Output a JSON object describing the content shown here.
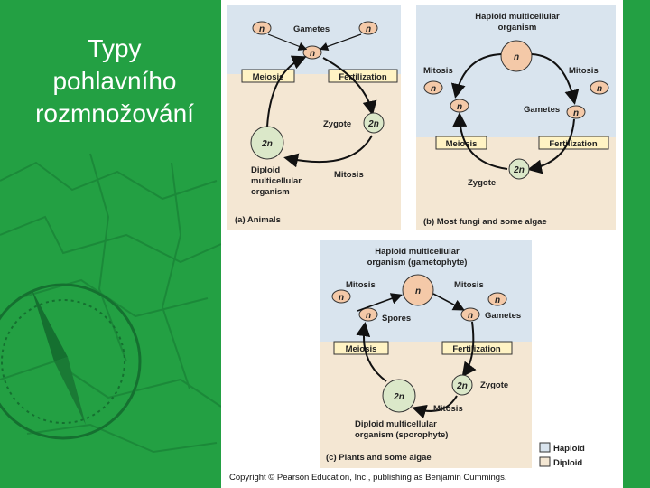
{
  "title_lines": [
    "Typy",
    "pohlavního",
    "rozmnožování"
  ],
  "colors": {
    "background": "#23a043",
    "haploid": "#d9e4ee",
    "diploid": "#f4e7d3",
    "box": "#fff3c4",
    "cell": "#f4c9a8"
  },
  "panel_a": {
    "caption": "(a) Animals",
    "gametes": "Gametes",
    "meiosis": "Meiosis",
    "fertilization": "Fertilization",
    "zygote": "Zygote",
    "mitosis": "Mitosis",
    "diploid_line1": "Diploid",
    "diploid_line2": "multicellular",
    "diploid_line3": "organism",
    "n": "n",
    "two_n": "2n"
  },
  "panel_b": {
    "caption": "(b) Most fungi and some algae",
    "haploid_line1": "Haploid multicellular",
    "haploid_line2": "organism",
    "mitosis": "Mitosis",
    "gametes": "Gametes",
    "meiosis": "Meiosis",
    "fertilization": "Fertilization",
    "zygote": "Zygote",
    "n": "n",
    "two_n": "2n"
  },
  "panel_c": {
    "caption": "(c) Plants and some algae",
    "haploid_line1": "Haploid multicellular",
    "haploid_line2": "organism (gametophyte)",
    "mitosis": "Mitosis",
    "spores": "Spores",
    "gametes": "Gametes",
    "meiosis": "Meiosis",
    "fertilization": "Fertilization",
    "zygote": "Zygote",
    "diploid_line1": "Diploid multicellular",
    "diploid_line2": "organism (sporophyte)",
    "n": "n",
    "two_n": "2n"
  },
  "legend": {
    "haploid": "Haploid",
    "diploid": "Diploid"
  },
  "copyright": "Copyright © Pearson Education, Inc., publishing as Benjamin Cummings."
}
